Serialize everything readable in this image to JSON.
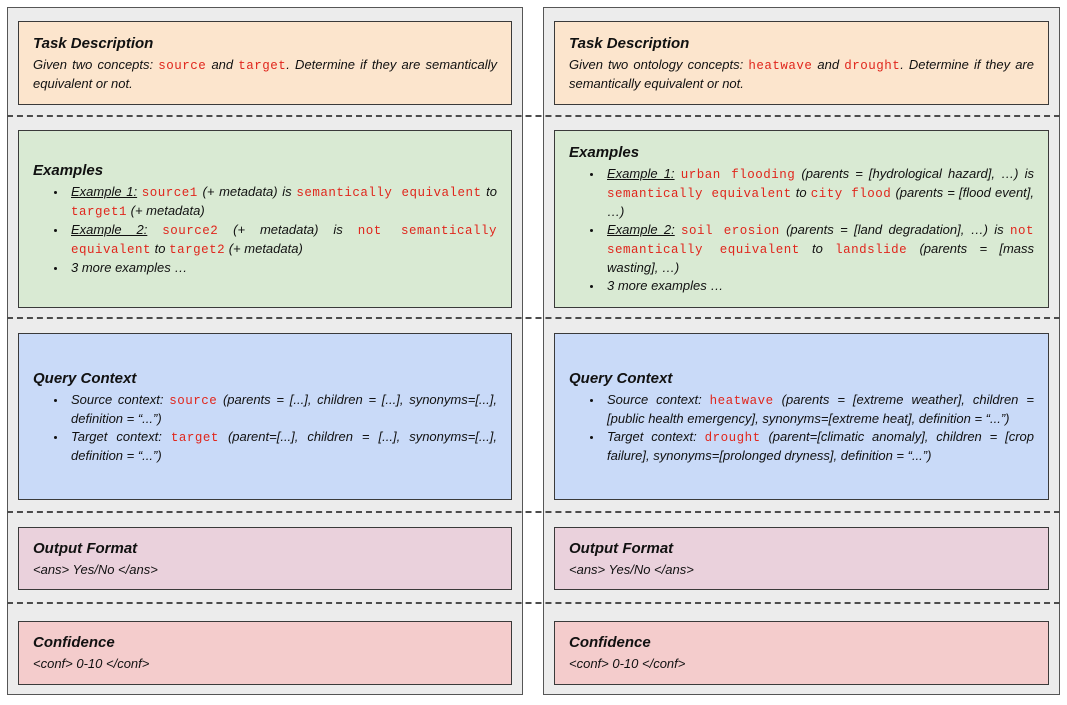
{
  "colors": {
    "panel_bg": "#ececec",
    "task_bg": "#fce5cd",
    "examples_bg": "#d9ead3",
    "query_bg": "#c9daf8",
    "output_bg": "#ead1dc",
    "confidence_bg": "#f4cccc",
    "code_red": "#e0261c"
  },
  "panels": [
    {
      "name": "prompt-template-generic",
      "sections": [
        {
          "id": "task",
          "title": "Task Description",
          "bg": "#fce5cd",
          "paragraph": [
            {
              "t": "Given two concepts: "
            },
            {
              "t": "source",
              "s": "code"
            },
            {
              "t": " and "
            },
            {
              "t": "target",
              "s": "code"
            },
            {
              "t": ". Determine if they are semantically equivalent or not."
            }
          ]
        },
        {
          "id": "examples",
          "title": "Examples",
          "bg": "#d9ead3",
          "bullets": [
            [
              {
                "t": "Example 1:",
                "s": "u"
              },
              {
                "t": " "
              },
              {
                "t": "source1",
                "s": "code"
              },
              {
                "t": " (+ metadata) is "
              },
              {
                "t": "semantically equivalent",
                "s": "code"
              },
              {
                "t": " to "
              },
              {
                "t": "target1",
                "s": "code"
              },
              {
                "t": " (+ metadata)"
              }
            ],
            [
              {
                "t": "Example 2:",
                "s": "u"
              },
              {
                "t": " "
              },
              {
                "t": "source2",
                "s": "code"
              },
              {
                "t": " (+ metadata) is "
              },
              {
                "t": "not semantically equivalent",
                "s": "code"
              },
              {
                "t": " to "
              },
              {
                "t": "target2",
                "s": "code"
              },
              {
                "t": " (+ metadata)"
              }
            ],
            [
              {
                "t": "3 more examples …"
              }
            ]
          ]
        },
        {
          "id": "query",
          "title": "Query Context",
          "bg": "#c9daf8",
          "bullets": [
            [
              {
                "t": "Source context: "
              },
              {
                "t": "source",
                "s": "code"
              },
              {
                "t": " (parents = [...], children = [...], synonyms=[...], definition = “...”)"
              }
            ],
            [
              {
                "t": "Target context: "
              },
              {
                "t": "target",
                "s": "code"
              },
              {
                "t": " (parent=[...], children = [...], synonyms=[...], definition = “...”)"
              }
            ]
          ]
        },
        {
          "id": "output",
          "title": "Output Format",
          "bg": "#ead1dc",
          "paragraph": [
            {
              "t": "<ans> Yes/No </ans>"
            }
          ]
        },
        {
          "id": "confidence",
          "title": "Confidence",
          "bg": "#f4cccc",
          "paragraph": [
            {
              "t": "<conf> 0-10 </conf>"
            }
          ]
        }
      ]
    },
    {
      "name": "prompt-template-instantiated",
      "sections": [
        {
          "id": "task",
          "title": "Task Description",
          "bg": "#fce5cd",
          "paragraph": [
            {
              "t": "Given two ontology concepts: "
            },
            {
              "t": "heatwave",
              "s": "code"
            },
            {
              "t": " and "
            },
            {
              "t": "drought",
              "s": "code"
            },
            {
              "t": ". Determine if they are semantically equivalent or not."
            }
          ]
        },
        {
          "id": "examples",
          "title": "Examples",
          "bg": "#d9ead3",
          "bullets": [
            [
              {
                "t": "Example 1:",
                "s": "u"
              },
              {
                "t": " "
              },
              {
                "t": "urban flooding",
                "s": "code"
              },
              {
                "t": " (parents = [hydrological hazard], …) is "
              },
              {
                "t": "semantically equivalent",
                "s": "code"
              },
              {
                "t": " to "
              },
              {
                "t": "city flood",
                "s": "code"
              },
              {
                "t": " (parents = [flood event], …)"
              }
            ],
            [
              {
                "t": "Example 2:",
                "s": "u"
              },
              {
                "t": " "
              },
              {
                "t": "soil erosion",
                "s": "code"
              },
              {
                "t": " (parents = [land degradation], …) is "
              },
              {
                "t": "not semantically equivalent",
                "s": "code"
              },
              {
                "t": " to "
              },
              {
                "t": "landslide",
                "s": "code"
              },
              {
                "t": " (parents = [mass wasting], …)"
              }
            ],
            [
              {
                "t": "3 more examples …"
              }
            ]
          ]
        },
        {
          "id": "query",
          "title": "Query Context",
          "bg": "#c9daf8",
          "bullets": [
            [
              {
                "t": "Source context: "
              },
              {
                "t": "heatwave",
                "s": "code"
              },
              {
                "t": " (parents = [extreme weather], children = [public health emergency], synonyms=[extreme heat], definition = “...”)"
              }
            ],
            [
              {
                "t": "Target context: "
              },
              {
                "t": "drought",
                "s": "code"
              },
              {
                "t": " (parent=[climatic anomaly], children = [crop failure], synonyms=[prolonged dryness], definition = “...”)"
              }
            ]
          ]
        },
        {
          "id": "output",
          "title": "Output Format",
          "bg": "#ead1dc",
          "paragraph": [
            {
              "t": "<ans> Yes/No </ans>"
            }
          ]
        },
        {
          "id": "confidence",
          "title": "Confidence",
          "bg": "#f4cccc",
          "paragraph": [
            {
              "t": "<conf> 0-10 </conf>"
            }
          ]
        }
      ]
    }
  ]
}
